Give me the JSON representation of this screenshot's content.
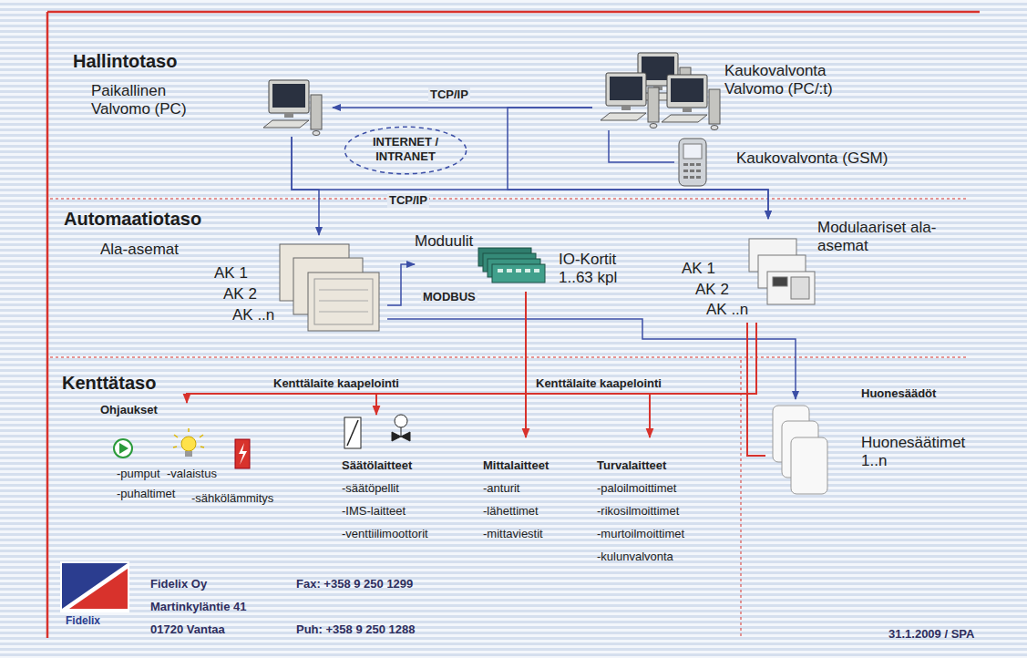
{
  "diagram": {
    "nodes": [
      {
        "text": [
          "Paikallinen Valvomo (PC)"
        ]
      },
      {
        "text": [
          "INTERNET / INTRANET"
        ]
      },
      {
        "text": [
          "Kaukovalvonta Valvomo (PC/:t)"
        ]
      },
      {
        "text": [
          "Kaukovalvonta (GSM)"
        ]
      },
      {
        "text": [
          "Ala-asemat",
          "AK 1",
          "AK 2",
          "AK ..n"
        ]
      },
      {
        "text": [
          "Moduulit",
          "IO-Kortit 1..63 kpl"
        ]
      },
      {
        "text": [
          "Modulaariset ala-asemat",
          "AK 1",
          "AK 2",
          "AK ..n"
        ]
      },
      {
        "text": [
          "Ohjaukset",
          "-pumput",
          "-puhaltimet",
          "-valaistus",
          "-sähkölämmitys"
        ]
      },
      {
        "text": [
          "Säätölaitteet",
          "-säätöpellit",
          "-IMS-laitteet",
          "-venttiilimoottorit"
        ]
      },
      {
        "text": [
          "Mittalaitteet",
          "-anturit",
          "-lähettimet",
          "-mittaviestit"
        ]
      },
      {
        "text": [
          "Turvalaitteet",
          "-paloilmoittimet",
          "-rikosilmoittimet",
          "-murtoilmoittimet",
          "-kulunvalvonta"
        ]
      },
      {
        "text": [
          "Huonesäätimet 1..n"
        ]
      }
    ],
    "edges": [
      {
        "from": 2,
        "to": 0,
        "arrow": "to",
        "label": "TCP/IP"
      },
      {
        "from": 3,
        "to": 2,
        "arrow": "none"
      },
      {
        "from": 0,
        "to": 4,
        "arrow": "to"
      },
      {
        "from": 0,
        "to": 6,
        "arrow": "to",
        "label": "TCP/IP"
      },
      {
        "from": 2,
        "to": 6,
        "arrow": "to"
      },
      {
        "from": 4,
        "to": 5,
        "arrow": "to",
        "label": "MODBUS"
      },
      {
        "from": 4,
        "to": 11,
        "arrow": "to"
      },
      {
        "from": 6,
        "to": 7,
        "arrow": "to"
      },
      {
        "from": 6,
        "to": 8,
        "arrow": "to"
      },
      {
        "from": 6,
        "to": 10,
        "arrow": "to"
      },
      {
        "from": 5,
        "to": 9,
        "arrow": "to"
      },
      {
        "from": 11,
        "to": 6,
        "arrow": "none"
      }
    ],
    "labels": [
      "Hallintotaso",
      "Automaatiotaso",
      "Kenttätaso",
      "Kenttälaite kaapelointi",
      "Kenttälaite kaapelointi",
      "Huonesäädöt",
      "Fidelix",
      "Fidelix Oy",
      "Martinkyläntie 41",
      "01720 Vantaa",
      "Fax: +358 9 250 1299",
      "Puh: +358 9 250 1288",
      "31.1.2009 / SPA"
    ]
  }
}
